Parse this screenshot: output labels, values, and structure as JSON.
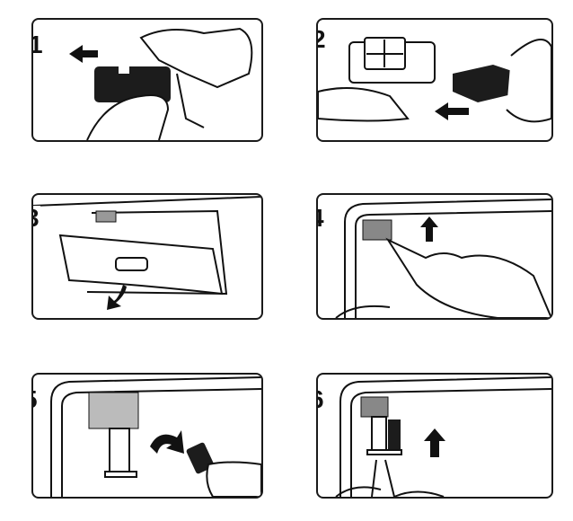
{
  "steps": [
    {
      "number": "1",
      "icon": "remove-battery-cover-arrow-left"
    },
    {
      "number": "2",
      "icon": "slide-cover-off-arrow-left"
    },
    {
      "number": "3",
      "icon": "open-visor-arrow-down"
    },
    {
      "number": "4",
      "icon": "press-clip-arrow-up"
    },
    {
      "number": "5",
      "icon": "insert-remote-into-clip"
    },
    {
      "number": "6",
      "icon": "push-clip-arrow-up"
    }
  ],
  "colors": {
    "ink": "#1a1a1a",
    "shade": "#8a8a8a",
    "background": "#ffffff"
  }
}
